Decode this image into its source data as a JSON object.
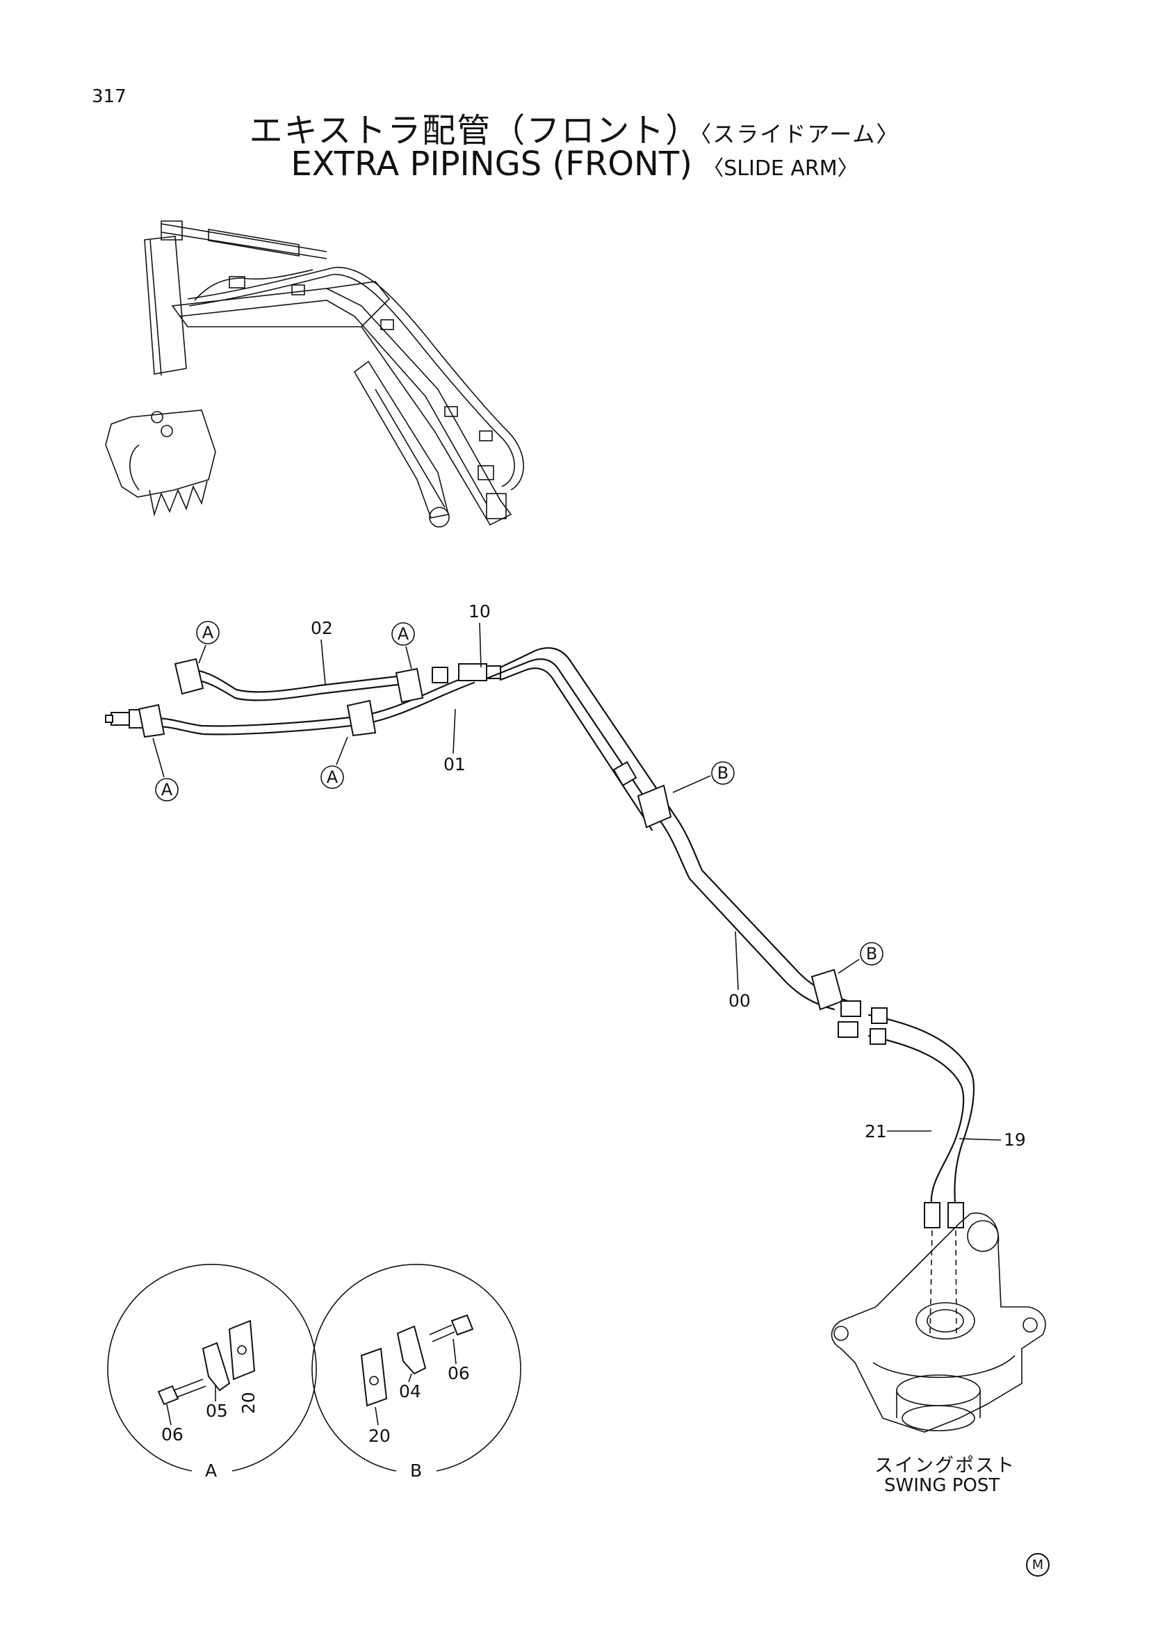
{
  "header": {
    "page_number": "317",
    "title_jp": "エキストラ配管（フロント）",
    "title_jp_sub": "〈スライドアーム〉",
    "title_en": "EXTRA PIPINGS (FRONT)",
    "title_en_sub": "〈SLIDE ARM〉"
  },
  "parts": {
    "p10": "10",
    "p02": "02",
    "p01": "01",
    "p00": "00",
    "p21": "21",
    "p19": "19",
    "p06": "06",
    "p05": "05",
    "p20": "20",
    "p04": "04"
  },
  "callouts": {
    "a": "A",
    "b": "B"
  },
  "details": {
    "a_label": "A",
    "b_label": "B"
  },
  "swing_post": {
    "label_jp": "スイングポスト",
    "label_en": "SWING POST"
  },
  "mark": "M"
}
